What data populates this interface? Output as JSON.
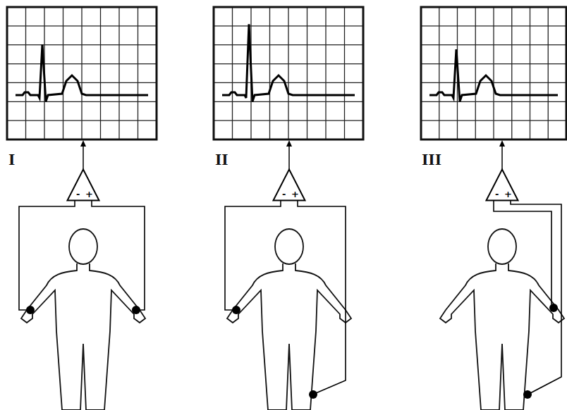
{
  "diagram": {
    "nodes": [
      {
        "text": [
          "-",
          "+"
        ]
      },
      {
        "text": [
          "-",
          "+"
        ]
      },
      {
        "text": [
          "-",
          "+"
        ]
      }
    ],
    "labels": [
      "I",
      "II",
      "III"
    ]
  }
}
